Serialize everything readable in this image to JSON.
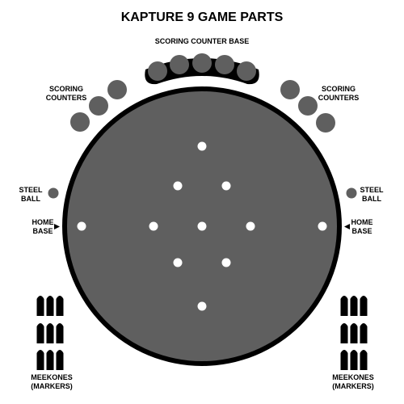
{
  "title": "KAPTURE 9 GAME PARTS",
  "labels": {
    "scoring_counter_base": "SCORING COUNTER BASE",
    "scoring_counters_left": [
      "SCORING",
      "COUNTERS"
    ],
    "scoring_counters_right": [
      "SCORING",
      "COUNTERS"
    ],
    "steel_ball_left": [
      "STEEL",
      "BALL"
    ],
    "steel_ball_right": [
      "STEEL",
      "BALL"
    ],
    "home_base_left": [
      "HOME",
      "BASE"
    ],
    "home_base_right": [
      "HOME",
      "BASE"
    ],
    "meekones_left": [
      "MEEKONES",
      "(MARKERS)"
    ],
    "meekones_right": [
      "MEEKONES",
      "(MARKERS)"
    ]
  },
  "colors": {
    "board_fill": "#5f5f5f",
    "board_rim": "#000000",
    "hole": "#ffffff",
    "counter_fill": "#5f5f5f",
    "counter_base": "#000000",
    "meekone": "#000000",
    "text": "#000000"
  }
}
